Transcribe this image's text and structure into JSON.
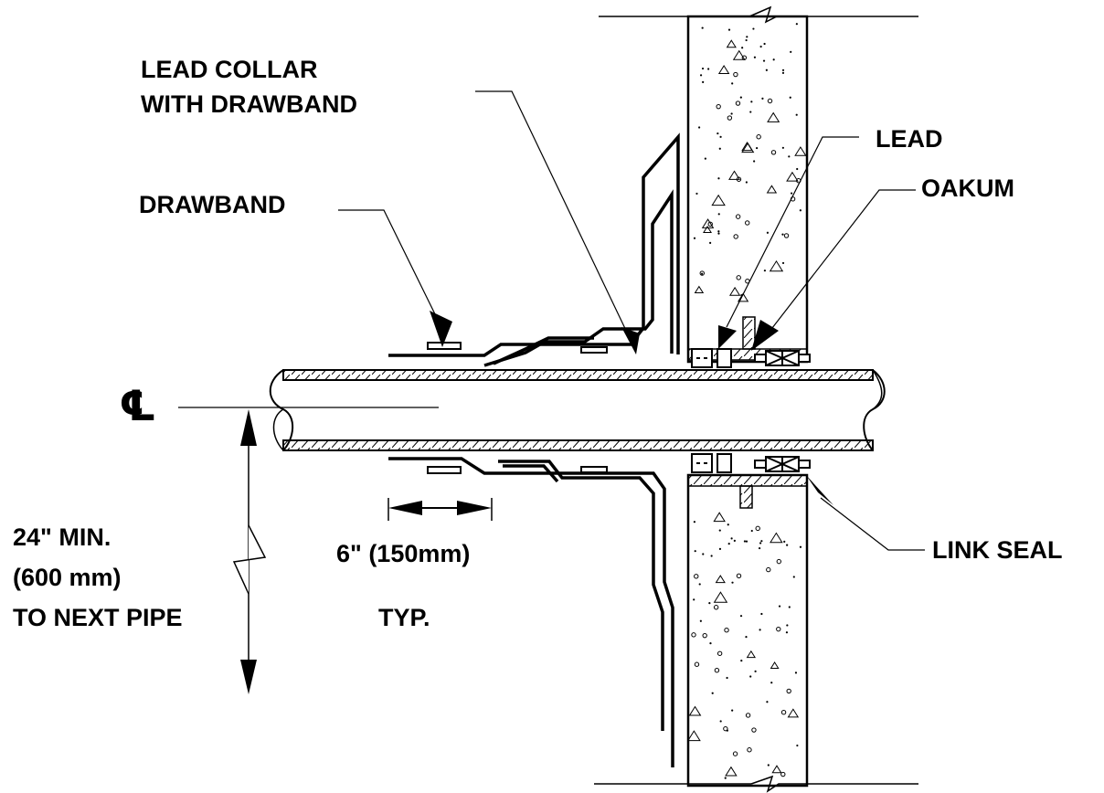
{
  "labels": {
    "lead_collar_line1": "LEAD COLLAR",
    "lead_collar_line2": "WITH DRAWBAND",
    "drawband": "DRAWBAND",
    "lead": "LEAD",
    "oakum": "OAKUM",
    "link_seal": "LINK SEAL",
    "centerline_symbol": "℄",
    "clearance_line1": "24\" MIN.",
    "clearance_line2": "(600 mm)",
    "clearance_line3": "TO NEXT PIPE",
    "collar_length": "6\" (150mm)",
    "typical": "TYP."
  },
  "colors": {
    "ink": "#000000",
    "background": "#ffffff"
  }
}
